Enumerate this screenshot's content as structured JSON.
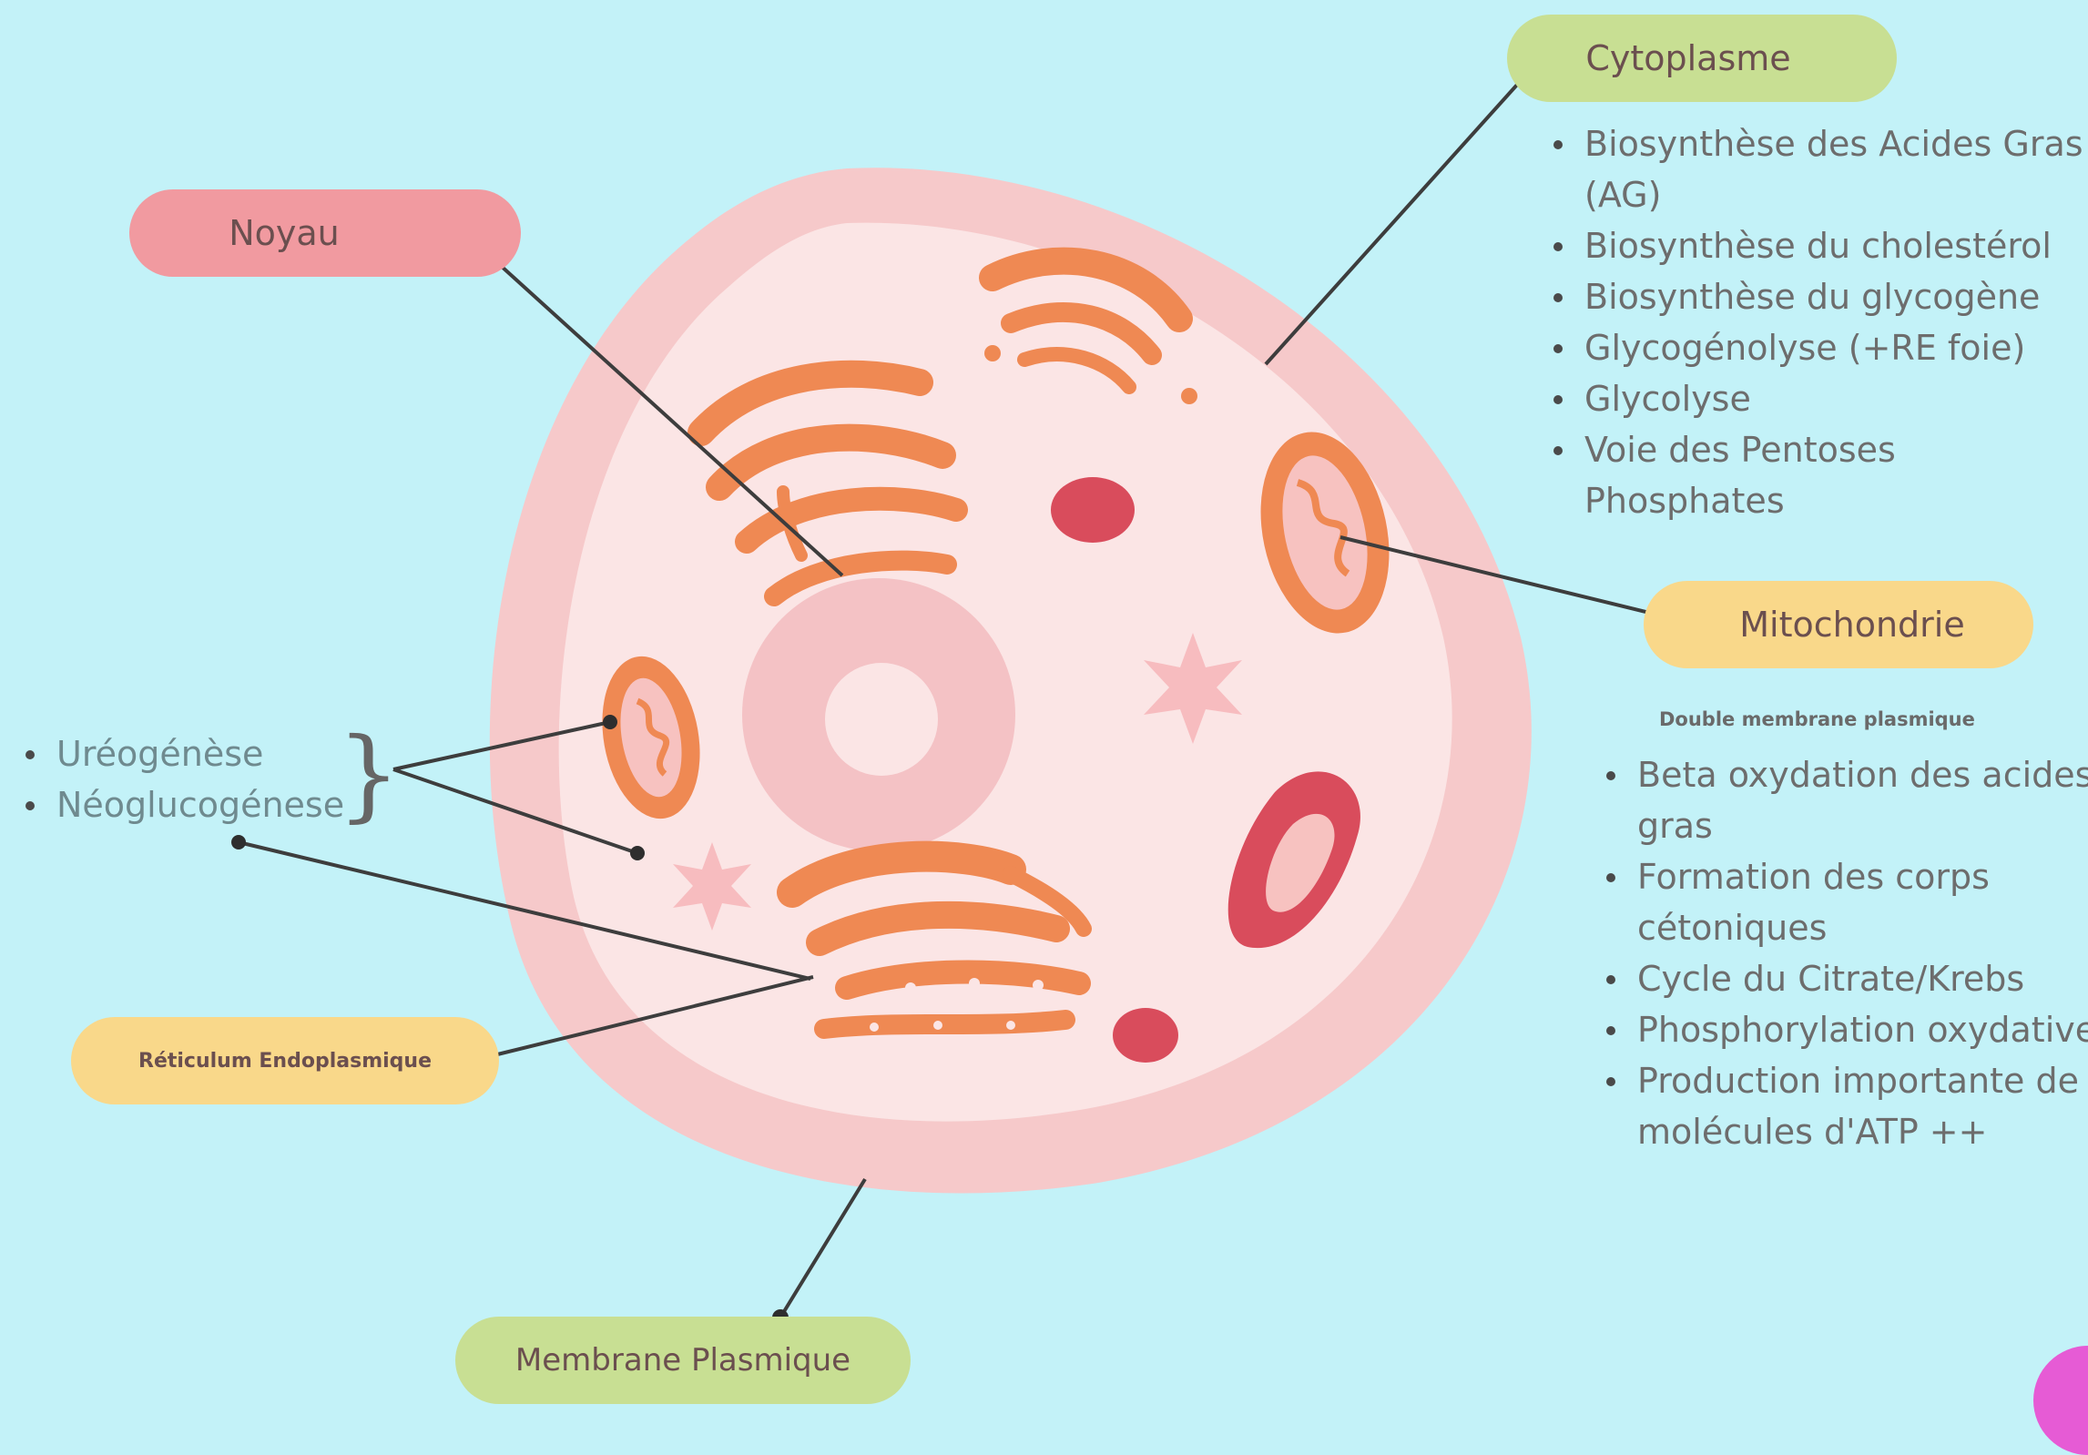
{
  "labels": {
    "noyau": "Noyau",
    "cytoplasme": "Cytoplasme",
    "mitochondrie": "Mitochondrie",
    "reticulum": "Réticulum Endoplasmique",
    "membrane": "Membrane Plasmique"
  },
  "cytoplasme_functions": [
    "Biosynthèse des Acides Gras (AG)",
    "Biosynthèse du cholestérol",
    "Biosynthèse du glycogène",
    "Glycogénolyse (+RE foie)",
    "Glycolyse",
    "Voie des Pentoses Phosphates"
  ],
  "mitochondrie_note": "Double membrane plasmique",
  "mitochondrie_functions": [
    "Beta oxydation des acides gras",
    "Formation des corps cétoniques",
    "Cycle du Citrate/Krebs",
    "Phosphorylation oxydative",
    "Production importante de molécules d'ATP ++"
  ],
  "shared_functions": [
    "Uréogénèse",
    "Néoglucogénese"
  ],
  "colors": {
    "background": "#c3f2f8",
    "cell_outer": "#f6cccc",
    "cell_inner": "#fae6e6",
    "nucleus": "#f4c4c6",
    "organelle_orange": "#ef8953",
    "organelle_red": "#d94c5c",
    "pill_pink": "#f19aa0",
    "pill_green": "#c8df93",
    "pill_yellow": "#f9d88a"
  }
}
